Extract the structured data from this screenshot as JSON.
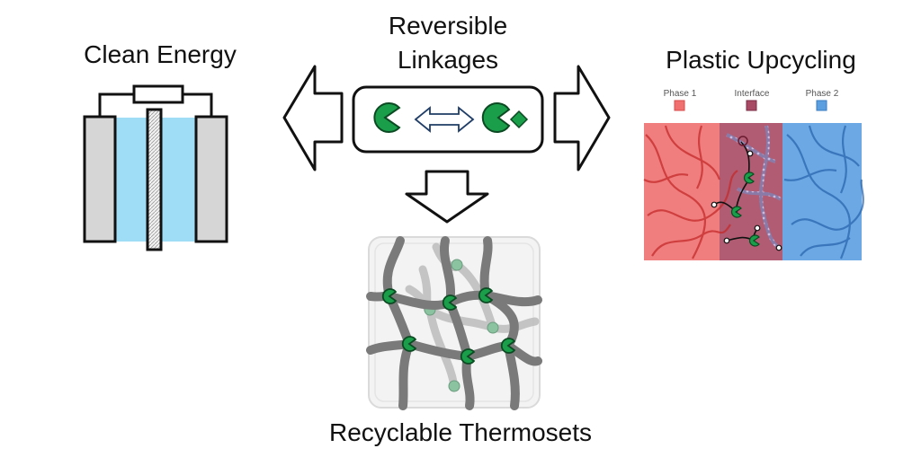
{
  "diagram": {
    "center_title_line1": "Reversible",
    "center_title_line2": "Linkages",
    "left_title": "Clean Energy",
    "right_title": "Plastic Upcycling",
    "bottom_title": "Recyclable Thermosets",
    "legend": {
      "phase1": "Phase 1",
      "interface": "Interface",
      "phase2": "Phase 2"
    },
    "colors": {
      "linkage_green": "#1a9e4a",
      "phase1": "#f07070",
      "interface": "#a84a63",
      "phase2": "#5c9fe0",
      "electrolyte": "#9fdcf5",
      "electrode": "#d6d6d6"
    }
  }
}
